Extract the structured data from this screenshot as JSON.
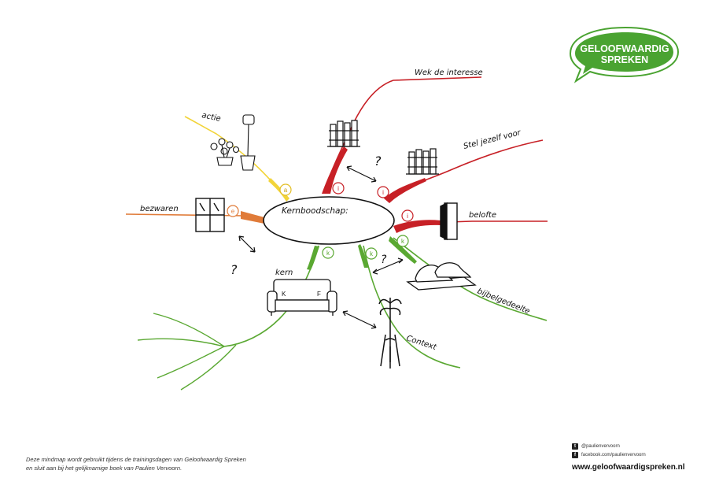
{
  "logo": {
    "line1": "GELOOFWAARDIG",
    "line2": "SPREKEN",
    "color": "#4aa331"
  },
  "center": {
    "label": "Kernboodschap:"
  },
  "branches": {
    "wek": {
      "label": "Wek de interesse",
      "badge": "i",
      "color": "#c72026"
    },
    "stel": {
      "label": "Stel jezelf voor",
      "badge": "i",
      "color": "#c72026"
    },
    "belofte": {
      "label": "belofte",
      "badge": "i",
      "color": "#c72026"
    },
    "bijbel": {
      "label": "bijbelgedeelte",
      "badge": "k",
      "color": "#5aa832"
    },
    "context": {
      "label": "Context",
      "badge": "k",
      "color": "#5aa832"
    },
    "kern": {
      "label": "kern",
      "badge": "k",
      "color": "#5aa832"
    },
    "bezwaren": {
      "label": "bezwaren",
      "badge": "e",
      "color": "#e07b39"
    },
    "actie": {
      "label": "actie",
      "badge": "a",
      "color": "#f2d43a"
    }
  },
  "question_mark": "?",
  "footer": {
    "note_line1": "Deze mindmap wordt gebruikt tijdens de trainingsdagen van Geloofwaardig Spreken",
    "note_line2": "en sluit aan bij het gelijknamige boek van Paulien Vervoorn.",
    "twitter": "@paulienvervoorn",
    "facebook": "facebook.com/paulienvervoorn",
    "website": "www.geloofwaardigspreken.nl"
  }
}
